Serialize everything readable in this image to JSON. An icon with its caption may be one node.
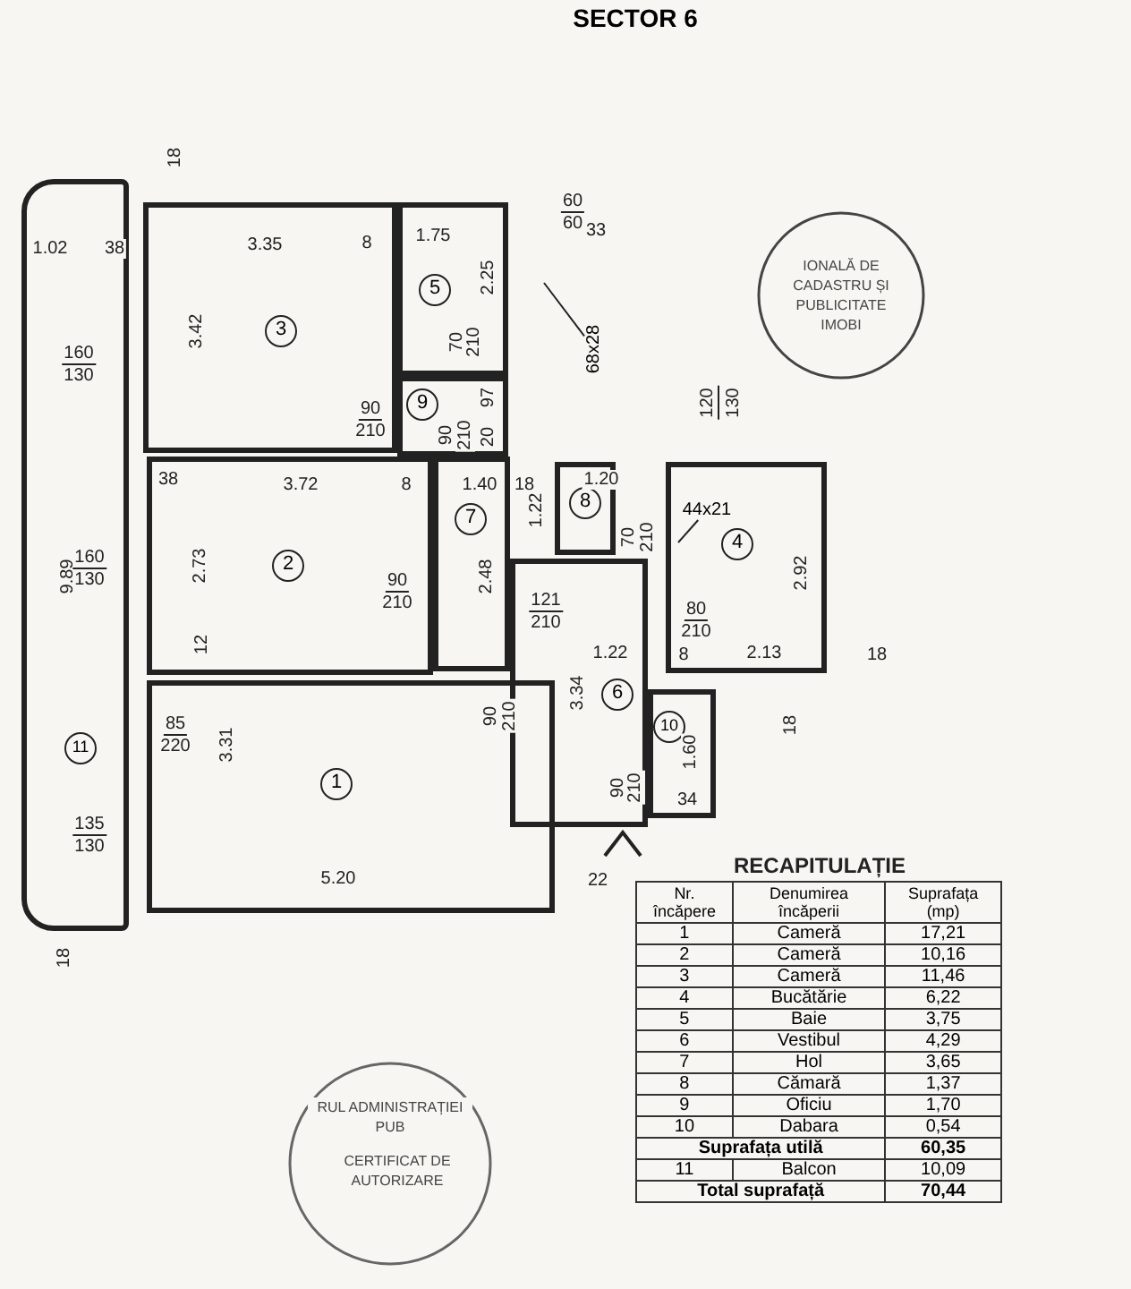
{
  "diagram": {
    "title": "SECTOR 6",
    "nodes": [
      {
        "text": [
          "3"
        ]
      },
      {
        "text": [
          "5"
        ]
      },
      {
        "text": [
          "9"
        ]
      },
      {
        "text": [
          "2"
        ]
      },
      {
        "text": [
          "7"
        ]
      },
      {
        "text": [
          "8"
        ]
      },
      {
        "text": [
          "4"
        ]
      },
      {
        "text": [
          "6"
        ]
      },
      {
        "text": [
          "10"
        ]
      },
      {
        "text": [
          "11"
        ]
      },
      {
        "text": [
          "1"
        ]
      },
      {
        "text": [
          "68x28"
        ]
      },
      {
        "text": [
          "44x21"
        ],
        "in": 6
      }
    ],
    "edges": [
      {
        "from": 11,
        "to": null,
        "arrow": "none"
      },
      {
        "from": 12,
        "to": null,
        "arrow": "none"
      }
    ],
    "labels": [
      "18",
      "1.02",
      "38",
      "3.35",
      "8",
      "1.75",
      "60",
      "60",
      "33",
      "2.25",
      "3.42",
      "160",
      "130",
      "70",
      "210",
      "90",
      "210",
      "97",
      "90",
      "210",
      "20",
      "120",
      "130",
      "38",
      "3.72",
      "8",
      "1.40",
      "18",
      "1.20",
      "1.22",
      "70",
      "210",
      "9.89",
      "160",
      "130",
      "2.73",
      "90",
      "210",
      "2.48",
      "2.92",
      "121",
      "210",
      "80",
      "210",
      "1.22",
      "8",
      "2.13",
      "18",
      "12",
      "90",
      "210",
      "3.34",
      "18",
      "1.60",
      "85",
      "220",
      "3.31",
      "90",
      "210",
      "34",
      "135",
      "130",
      "5.20",
      "22",
      "18",
      "IONALĂ DE CADASTRU ȘI PUBLICITATE IMOBI",
      "RUL ADMINISTRAȚIEI PUB",
      "CERTIFICAT DE AUTORIZARE",
      "RECAPITULAȚIE",
      "Nr. încăpere",
      "Denumirea încăperii",
      "Suprafața (mp)",
      "1",
      "Cameră",
      "17,21",
      "2",
      "Cameră",
      "10,16",
      "3",
      "Cameră",
      "11,46",
      "4",
      "Bucătărie",
      "6,22",
      "5",
      "Baie",
      "3,75",
      "6",
      "Vestibul",
      "4,29",
      "7",
      "Hol",
      "3,65",
      "8",
      "Cămară",
      "1,37",
      "9",
      "Oficiu",
      "1,70",
      "10",
      "Dabara",
      "0,54",
      "Suprafața utilă",
      "60,35",
      "11",
      "Balcon",
      "10,09",
      "Total suprafață",
      "70,44"
    ]
  }
}
